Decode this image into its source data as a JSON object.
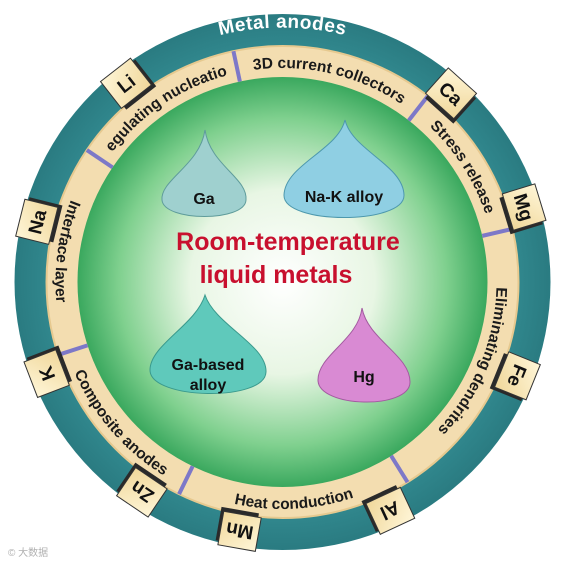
{
  "outer_title": "Metal anodes",
  "center_title": [
    "Room-temperature",
    "liquid metals"
  ],
  "ring_segments": [
    "3D current collectors",
    "Stress release",
    "Eliminating dendrites",
    "Heat conduction",
    "Composite anodes",
    "Interface layer",
    "Regulating nucleation"
  ],
  "elements": [
    "Li",
    "Ca",
    "Mg",
    "Fe",
    "Al",
    "Mn",
    "Zn",
    "K",
    "Na"
  ],
  "droplets": [
    {
      "label": [
        "Ga"
      ],
      "color": "#9fd0cf"
    },
    {
      "label": [
        "Na-K alloy"
      ],
      "color": "#8fcfe3"
    },
    {
      "label": [
        "Ga-based",
        "alloy"
      ],
      "color": "#5fc9bb"
    },
    {
      "label": [
        "Hg"
      ],
      "color": "#d98ad3"
    }
  ],
  "colors": {
    "outer_ring": "#2f8a90",
    "inner_ring": "#f3ddb0",
    "divider": "#7d78c8",
    "center_glow": "#ffffff",
    "center_edge": "#40b36a"
  },
  "watermark": "© 大数据"
}
